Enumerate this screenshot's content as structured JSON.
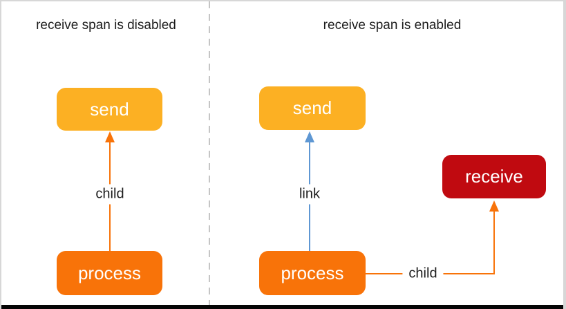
{
  "left_panel": {
    "title": "receive span is disabled",
    "send_label": "send",
    "process_label": "process",
    "child_edge_label": "child"
  },
  "right_panel": {
    "title": "receive span is enabled",
    "send_label": "send",
    "process_label": "process",
    "receive_label": "receive",
    "link_edge_label": "link",
    "child_edge_label": "child"
  },
  "colors": {
    "amber": "#FCB023",
    "orange": "#F87309",
    "red": "#C00A10",
    "blue": "#5E97D3",
    "text": "#1c1c1c",
    "divider": "#c5c5c5",
    "frame_border": "#d7d7d7",
    "bottom_bar": "#050505"
  }
}
